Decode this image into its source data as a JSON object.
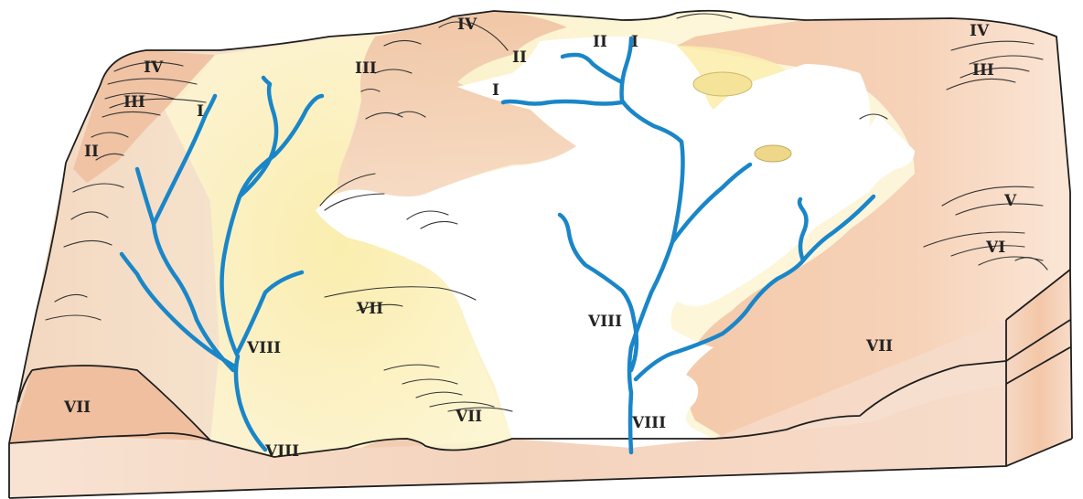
{
  "labels": {
    "left_iv": "IV",
    "left_iii": "III",
    "left_ii": "II",
    "left_i": "I",
    "top_iv": "IV",
    "top_iii": "III",
    "top_ii": "II",
    "center_ii": "II",
    "center_i_top": "I",
    "center_i_left": "I",
    "right_iv": "IV",
    "right_iii": "III",
    "right_v": "V",
    "right_vi": "VI",
    "left_viii": "VIII",
    "left_viii_bottom": "VIII",
    "center_viii": "VIII",
    "center_viii_bottom": "VIII",
    "mid_vii": "VII",
    "lower_vii": "VII",
    "right_vii": "VII",
    "block_vii": "VII"
  },
  "colors": {
    "upland": "#f3cfb2",
    "upland_edge": "#efc0a0",
    "lowland": "#fbf0b8",
    "floodplain": "#ffffff",
    "stream": "#1a86c8",
    "lake": "#f5e39a",
    "outline": "#1e1e1e",
    "contour": "#333333"
  }
}
